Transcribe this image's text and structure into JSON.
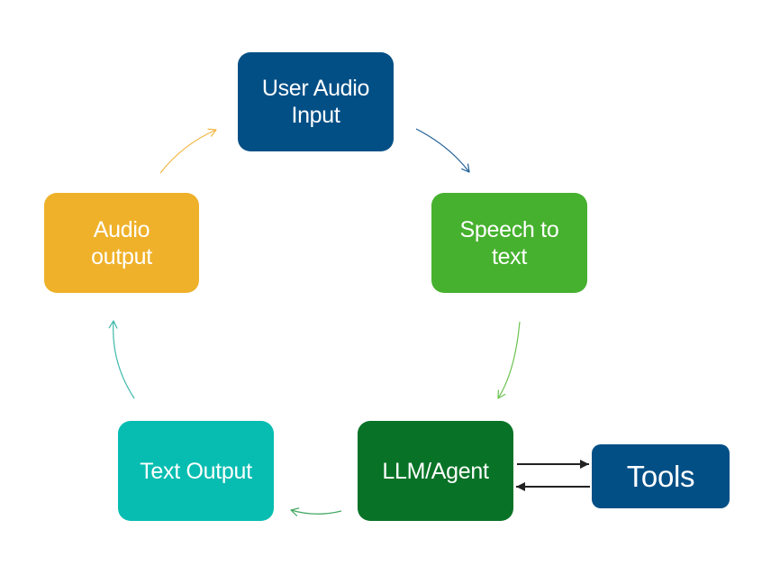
{
  "nodes": [
    {
      "id": "user-audio-input",
      "label": "User Audio\nInput",
      "color": "#024f86"
    },
    {
      "id": "speech-to-text",
      "label": "Speech to\ntext",
      "color": "#46b12e"
    },
    {
      "id": "llm-agent",
      "label": "LLM/Agent",
      "color": "#087327"
    },
    {
      "id": "text-output",
      "label": "Text Output",
      "color": "#07bdb1"
    },
    {
      "id": "audio-output",
      "label": "Audio\noutput",
      "color": "#efb12a"
    },
    {
      "id": "tools",
      "label": "Tools",
      "color": "#024f86"
    }
  ],
  "edges": [
    {
      "from": "user-audio-input",
      "to": "speech-to-text",
      "color": "#1f5f97"
    },
    {
      "from": "speech-to-text",
      "to": "llm-agent",
      "color": "#6bc24f"
    },
    {
      "from": "llm-agent",
      "to": "text-output",
      "color": "#44a862"
    },
    {
      "from": "text-output",
      "to": "audio-output",
      "color": "#3fb9ab"
    },
    {
      "from": "audio-output",
      "to": "user-audio-input",
      "color": "#f2b744"
    },
    {
      "from": "llm-agent",
      "to": "tools",
      "color": "#222222"
    },
    {
      "from": "tools",
      "to": "llm-agent",
      "color": "#222222"
    }
  ]
}
